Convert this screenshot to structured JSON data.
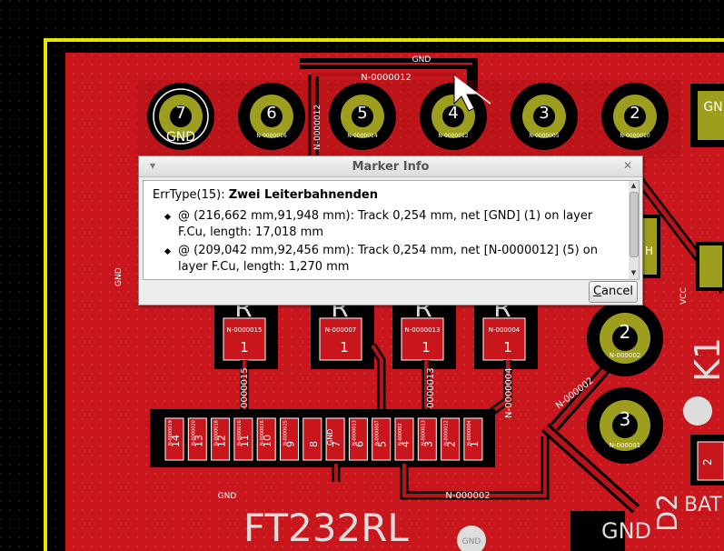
{
  "pcb": {
    "net_gnd": "GND",
    "net_n12": "N-0000012",
    "net_n02": "N-000002",
    "net_n15": "N-0000015",
    "net_n13": "N-0000013",
    "net_n04": "N-0000004",
    "net_vcc": "VCC",
    "chip_label": "FT232RL",
    "top_pin_numbers": [
      "7",
      "6",
      "5",
      "4",
      "3",
      "2"
    ],
    "top_pin_nets": [
      "GND",
      "N-0000016",
      "N-0000014",
      "N-0000012",
      "N-0000005",
      "N-0000010"
    ],
    "res_pads": [
      {
        "net": "N-0000015",
        "num": "1"
      },
      {
        "net": "N-000007",
        "num": "1"
      },
      {
        "net": "N-0000013",
        "num": "1"
      },
      {
        "net": "N-000004",
        "num": "1"
      }
    ],
    "right_pads": [
      {
        "num": "2",
        "net": "N-000002"
      },
      {
        "num": "3",
        "net": "N-000001"
      }
    ],
    "ic_pin_numbers": [
      "14",
      "13",
      "12",
      "11",
      "10",
      "9",
      "8",
      "7",
      "6",
      "5",
      "4",
      "3",
      "2",
      "1"
    ],
    "ic_pin_nets": [
      "N-0000019",
      "N-0000020",
      "N-0000018",
      "N-0000016",
      "N-0000026",
      "N-0000025",
      "",
      "GND",
      "N-0000013",
      "N-0000007",
      "N-000002",
      "N-0000013",
      "N-0000012",
      "N-0000004"
    ],
    "k1": "K1",
    "d2": "D2",
    "bat": "BAT",
    "gnd_big": "GND",
    "pad_2": "2",
    "h_letter": "H",
    "gn_letters": "GN",
    "r_letter": "R"
  },
  "dialog": {
    "title": "Marker Info",
    "err_prefix": "ErrType(15): ",
    "err_title": "Zwei Leiterbahnenden",
    "items": [
      {
        "line1": "@ (216,662 mm,91,948 mm): Track 0,254 mm, net [GND] (1) on layer",
        "line2": "F.Cu, length: 17,018 mm"
      },
      {
        "line1": "@ (209,042 mm,92,456 mm): Track 0,254 mm, net [N-0000012] (5) on",
        "line2": "layer F.Cu, length: 1,270 mm"
      }
    ],
    "cancel_label": "Cancel",
    "cancel_underline": "C",
    "cancel_rest": "ancel",
    "colors": {
      "board_red": "#c8161c",
      "pad_yellow": "#9e9e1e",
      "outline_yellow": "#e6e600"
    }
  }
}
